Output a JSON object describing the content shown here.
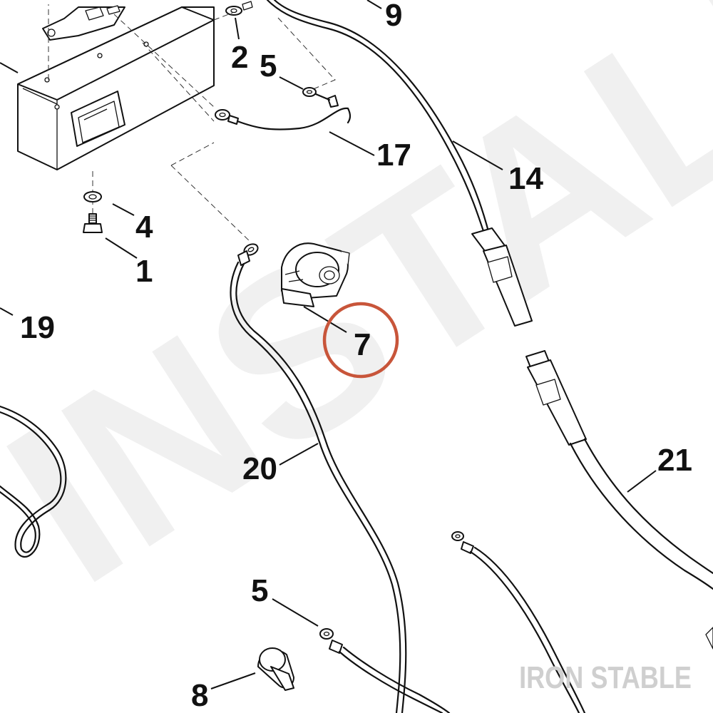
{
  "watermark": "INSTALL",
  "brand": "IRON STABLE",
  "labels": {
    "p9": "9",
    "p2": "2",
    "p5a": "5",
    "p17": "17",
    "p14": "14",
    "p4": "4",
    "p1": "1",
    "p19": "19",
    "p7": "7",
    "p20": "20",
    "p21": "21",
    "p5b": "5",
    "p8": "8"
  },
  "highlighted_part": "7",
  "colors": {
    "line": "#111111",
    "highlight_circle": "#c8553a",
    "watermark": "#f0f0f0",
    "brand": "#cfcfcf"
  }
}
